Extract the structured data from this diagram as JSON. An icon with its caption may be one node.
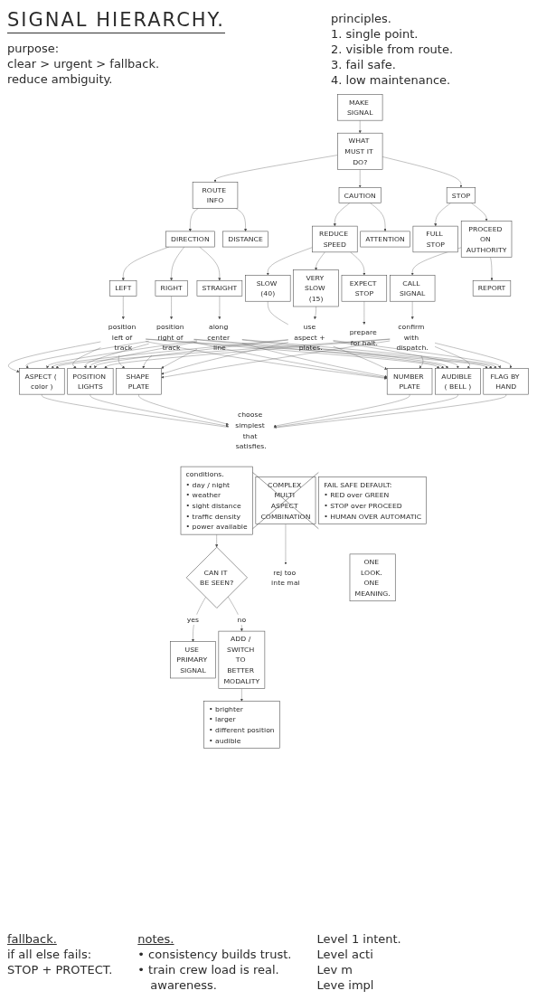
{
  "diagram": {
    "title": "SIGNAL HIERARCHY.",
    "nodes": [
      {
        "text": [
          "MAKE SIGNAL"
        ]
      },
      {
        "text": [
          "WHAT MUST IT DO?"
        ]
      },
      {
        "text": [
          "ROUTE INFO"
        ]
      },
      {
        "text": [
          "CAUTION"
        ]
      },
      {
        "text": [
          "STOP"
        ]
      },
      {
        "text": [
          "DIRECTION"
        ]
      },
      {
        "text": [
          "DISTANCE"
        ]
      },
      {
        "text": [
          "REDUCE SPEED"
        ]
      },
      {
        "text": [
          "ATTENTION"
        ]
      },
      {
        "text": [
          "FULL STOP"
        ]
      },
      {
        "text": [
          "PROCEED ON AUTHORITY"
        ]
      },
      {
        "text": [
          "LEFT"
        ]
      },
      {
        "text": [
          "RIGHT"
        ]
      },
      {
        "text": [
          "STRAIGHT"
        ]
      },
      {
        "text": [
          "SLOW (40)"
        ]
      },
      {
        "text": [
          "VERY SLOW (15)"
        ]
      },
      {
        "text": [
          "EXPECT STOP"
        ]
      },
      {
        "text": [
          "CALL SIGNAL"
        ]
      },
      {
        "text": [
          "REPORT"
        ]
      },
      {
        "text": [
          "position left of track"
        ]
      },
      {
        "text": [
          "position right of track"
        ]
      },
      {
        "text": [
          "along center line"
        ]
      },
      {
        "text": [
          "use aspect + plates."
        ]
      },
      {
        "text": [
          "prepare for halt."
        ]
      },
      {
        "text": [
          "confirm with dispatch."
        ]
      },
      {
        "text": [
          "ASPECT ( color )"
        ]
      },
      {
        "text": [
          "POSITION LIGHTS"
        ]
      },
      {
        "text": [
          "SHAPE PLATE"
        ]
      },
      {
        "text": [
          "NUMBER PLATE"
        ]
      },
      {
        "text": [
          "AUDIBLE ( BELL )"
        ]
      },
      {
        "text": [
          "FLAG BY HAND"
        ]
      },
      {
        "text": [
          "choose simplest that satisfies."
        ]
      },
      {
        "text": [
          "conditions.",
          "• day / night",
          "• weather",
          "• sight distance",
          "• traffic density",
          "• power available"
        ]
      },
      {
        "text": [
          "CAN IT BE SEEN?"
        ]
      },
      {
        "text": [
          "USE PRIMARY SIGNAL"
        ]
      },
      {
        "text": [
          "ADD / SWITCH TO BETTER MODALITY"
        ]
      },
      {
        "text": [
          "• brighter",
          "• larger",
          "• different position",
          "• audible"
        ]
      },
      {
        "text": [
          "FAIL SAFE DEFAULT:",
          "• RED over GREEN",
          "• STOP over PROCEED",
          "• HUMAN OVER AUTOMATIC"
        ]
      },
      {
        "text": [
          "COMPLEX MULTI ASPECT COMBINATION"
        ]
      },
      {
        "text": [
          "rej too inte mai"
        ]
      },
      {
        "text": [
          "ONE LOOK. ONE MEANING."
        ]
      }
    ],
    "edges": [
      {
        "from": 0,
        "to": 1,
        "arrow": "to"
      },
      {
        "from": 1,
        "to": 2,
        "arrow": "to"
      },
      {
        "from": 1,
        "to": 3,
        "arrow": "to"
      },
      {
        "from": 1,
        "to": 4,
        "arrow": "to"
      },
      {
        "from": 2,
        "to": 5,
        "arrow": "to"
      },
      {
        "from": 2,
        "to": 6,
        "arrow": "to"
      },
      {
        "from": 3,
        "to": 7,
        "arrow": "to"
      },
      {
        "from": 3,
        "to": 8,
        "arrow": "to"
      },
      {
        "from": 4,
        "to": 9,
        "arrow": "to"
      },
      {
        "from": 4,
        "to": 10,
        "arrow": "to"
      },
      {
        "from": 5,
        "to": 11,
        "arrow": "to"
      },
      {
        "from": 5,
        "to": 12,
        "arrow": "to"
      },
      {
        "from": 5,
        "to": 13,
        "arrow": "to"
      },
      {
        "from": 7,
        "to": 14,
        "arrow": "to"
      },
      {
        "from": 7,
        "to": 15,
        "arrow": "to"
      },
      {
        "from": 7,
        "to": 16,
        "arrow": "to"
      },
      {
        "from": 10,
        "to": 17,
        "arrow": "to"
      },
      {
        "from": 10,
        "to": 18,
        "arrow": "to"
      },
      {
        "from": 11,
        "to": 19,
        "arrow": "to"
      },
      {
        "from": 12,
        "to": 20,
        "arrow": "to"
      },
      {
        "from": 13,
        "to": 21,
        "arrow": "to"
      },
      {
        "from": 14,
        "to": 22,
        "arrow": "none"
      },
      {
        "from": 15,
        "to": 22,
        "arrow": "to"
      },
      {
        "from": 16,
        "to": 23,
        "arrow": "to"
      },
      {
        "from": 17,
        "to": 24,
        "arrow": "to"
      },
      {
        "from": 19,
        "to": 25,
        "arrow": "to"
      },
      {
        "from": 19,
        "to": 26,
        "arrow": "to"
      },
      {
        "from": 19,
        "to": 27,
        "arrow": "to"
      },
      {
        "from": 19,
        "to": 28,
        "arrow": "to"
      },
      {
        "from": 19,
        "to": 29,
        "arrow": "to"
      },
      {
        "from": 19,
        "to": 30,
        "arrow": "to"
      },
      {
        "from": 20,
        "to": 25,
        "arrow": "to"
      },
      {
        "from": 20,
        "to": 26,
        "arrow": "to"
      },
      {
        "from": 20,
        "to": 27,
        "arrow": "to"
      },
      {
        "from": 20,
        "to": 28,
        "arrow": "to"
      },
      {
        "from": 20,
        "to": 29,
        "arrow": "to"
      },
      {
        "from": 20,
        "to": 30,
        "arrow": "to"
      },
      {
        "from": 21,
        "to": 25,
        "arrow": "to"
      },
      {
        "from": 21,
        "to": 26,
        "arrow": "to"
      },
      {
        "from": 21,
        "to": 27,
        "arrow": "to"
      },
      {
        "from": 21,
        "to": 28,
        "arrow": "to"
      },
      {
        "from": 21,
        "to": 29,
        "arrow": "to"
      },
      {
        "from": 21,
        "to": 30,
        "arrow": "to"
      },
      {
        "from": 22,
        "to": 25,
        "arrow": "to"
      },
      {
        "from": 22,
        "to": 26,
        "arrow": "to"
      },
      {
        "from": 22,
        "to": 27,
        "arrow": "to"
      },
      {
        "from": 22,
        "to": 28,
        "arrow": "to"
      },
      {
        "from": 22,
        "to": 29,
        "arrow": "to"
      },
      {
        "from": 22,
        "to": 30,
        "arrow": "to"
      },
      {
        "from": 24,
        "to": 25,
        "arrow": "to"
      },
      {
        "from": 24,
        "to": 26,
        "arrow": "to"
      },
      {
        "from": 24,
        "to": 27,
        "arrow": "to"
      },
      {
        "from": 24,
        "to": 28,
        "arrow": "to"
      },
      {
        "from": 24,
        "to": 29,
        "arrow": "to"
      },
      {
        "from": 24,
        "to": 30,
        "arrow": "to"
      },
      {
        "from": 25,
        "to": 31,
        "arrow": "none"
      },
      {
        "from": 26,
        "to": 31,
        "arrow": "to"
      },
      {
        "from": 27,
        "to": 31,
        "arrow": "to"
      },
      {
        "from": 28,
        "to": 31,
        "arrow": "to"
      },
      {
        "from": 29,
        "to": 31,
        "arrow": "to"
      },
      {
        "from": 30,
        "to": 31,
        "arrow": "none"
      },
      {
        "from": 32,
        "to": 33,
        "arrow": "to"
      },
      {
        "from": 33,
        "to": 34,
        "arrow": "to",
        "label": "yes"
      },
      {
        "from": 33,
        "to": 35,
        "arrow": "to",
        "label": "no"
      },
      {
        "from": 35,
        "to": 36,
        "arrow": "to"
      },
      {
        "from": 38,
        "to": 39,
        "arrow": "to"
      }
    ],
    "labels": [
      "purpose:",
      "clear > urgent > fallback.",
      "reduce ambiguity.",
      "principles.",
      "1. single point.",
      "2. visible from route.",
      "3. fail safe.",
      "4. low maintenance.",
      "Level 1 intent.",
      "Level acti",
      "Lev m",
      "Leve impl",
      "fallback.",
      "if all else fails:",
      "STOP + PROTECT.",
      "notes.",
      "• consistency builds trust.",
      "• train crew load is real.",
      "awareness."
    ]
  }
}
